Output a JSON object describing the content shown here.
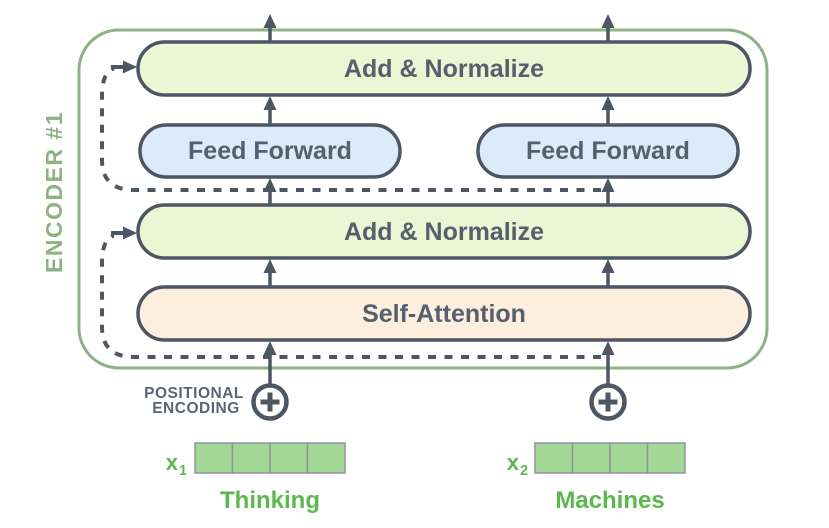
{
  "colors": {
    "outline": "#4d5663",
    "accent_green": "#8fb284",
    "bright_green": "#5cb84e",
    "add_norm_fill": "#eaf6d4",
    "feed_forward_fill": "#dcebf9",
    "self_attention_fill": "#fdeedd",
    "vector_fill": "#a3d798",
    "vector_stroke": "#8d959c",
    "label_gray": "#5b6470",
    "box_text": "#565f6d"
  },
  "encoder": {
    "label": "ENCODER #1"
  },
  "blocks": {
    "add_normalize_top": "Add & Normalize",
    "feed_forward_left": "Feed Forward",
    "feed_forward_right": "Feed Forward",
    "add_normalize_mid": "Add & Normalize",
    "self_attention": "Self-Attention"
  },
  "positional_encoding": {
    "line1": "POSITIONAL",
    "line2": "ENCODING"
  },
  "inputs": [
    {
      "symbol": "x",
      "subscript": "1",
      "word": "Thinking",
      "cells": 4
    },
    {
      "symbol": "x",
      "subscript": "2",
      "word": "Machines",
      "cells": 4
    }
  ]
}
